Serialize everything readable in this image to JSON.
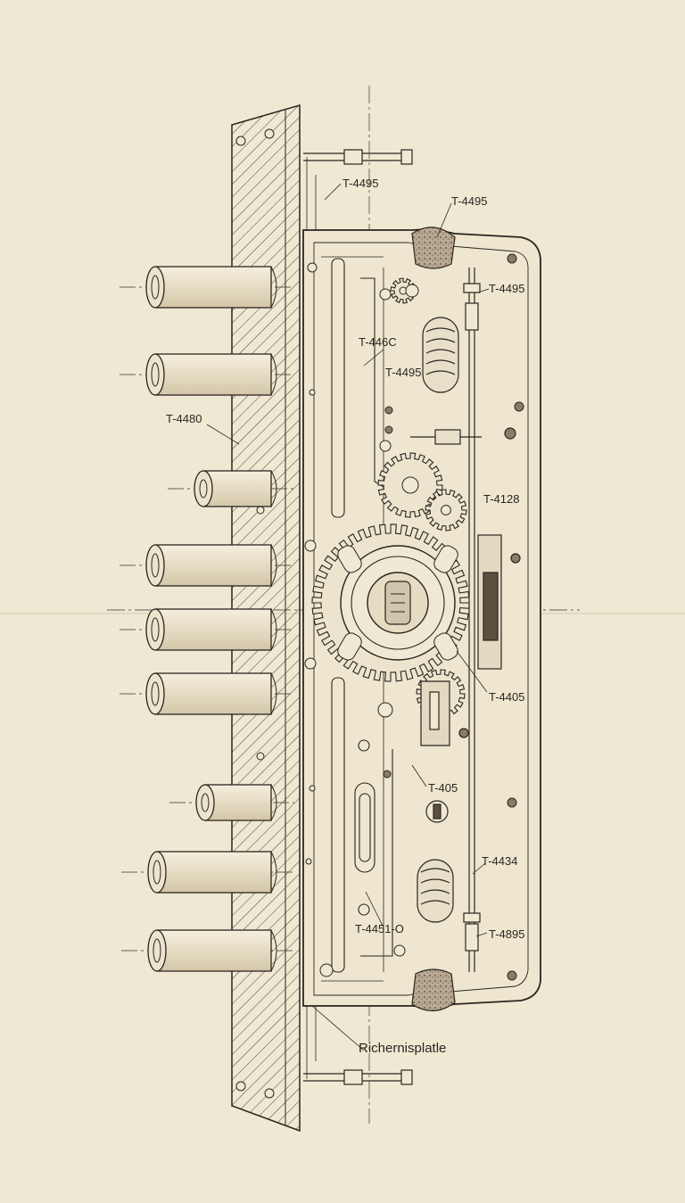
{
  "drawing": {
    "labels": [
      {
        "id": "t4495-top-left",
        "text": "T-4495"
      },
      {
        "id": "t4495-top-right",
        "text": "T-4495"
      },
      {
        "id": "t4495-right-1",
        "text": "T-4495"
      },
      {
        "id": "t446c",
        "text": "T-446C"
      },
      {
        "id": "t4495-mid",
        "text": "T-4495"
      },
      {
        "id": "t4480",
        "text": "T-4480"
      },
      {
        "id": "t4128",
        "text": "T-4128"
      },
      {
        "id": "t4405",
        "text": "T-4405"
      },
      {
        "id": "t405",
        "text": "T-405"
      },
      {
        "id": "t4434",
        "text": "T-4434"
      },
      {
        "id": "t4895",
        "text": "T-4895"
      },
      {
        "id": "t4451",
        "text": "T-4451-O"
      },
      {
        "id": "plate",
        "text": "Richernisplatle"
      }
    ],
    "colors": {
      "paper": "#efe8d3",
      "ink": "#2a2620",
      "shade": "#8a7a66"
    }
  }
}
